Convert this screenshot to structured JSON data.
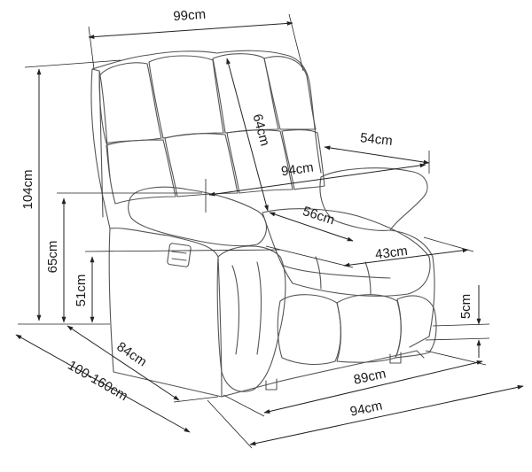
{
  "dimensions": {
    "width_top": "99cm",
    "back_height": "64cm",
    "armrest_depth": "54cm",
    "inner_width": "94cm",
    "seat_depth": "56cm",
    "seat_width": "43cm",
    "total_height": "104cm",
    "arm_height": "65cm",
    "seat_height": "51cm",
    "leg_height": "5cm",
    "depth": "84cm",
    "depth_reclined": "100-160cm",
    "front_width": "89cm",
    "total_width": "94cm"
  }
}
